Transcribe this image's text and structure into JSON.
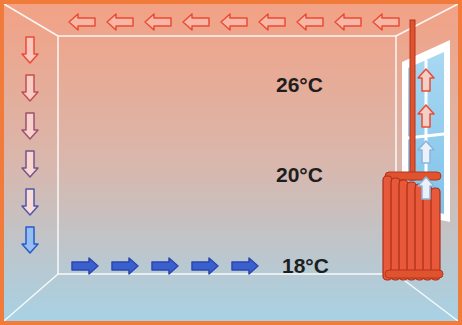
{
  "diagram": {
    "labels": [
      "26°C",
      "20°C",
      "18°C"
    ]
  }
}
